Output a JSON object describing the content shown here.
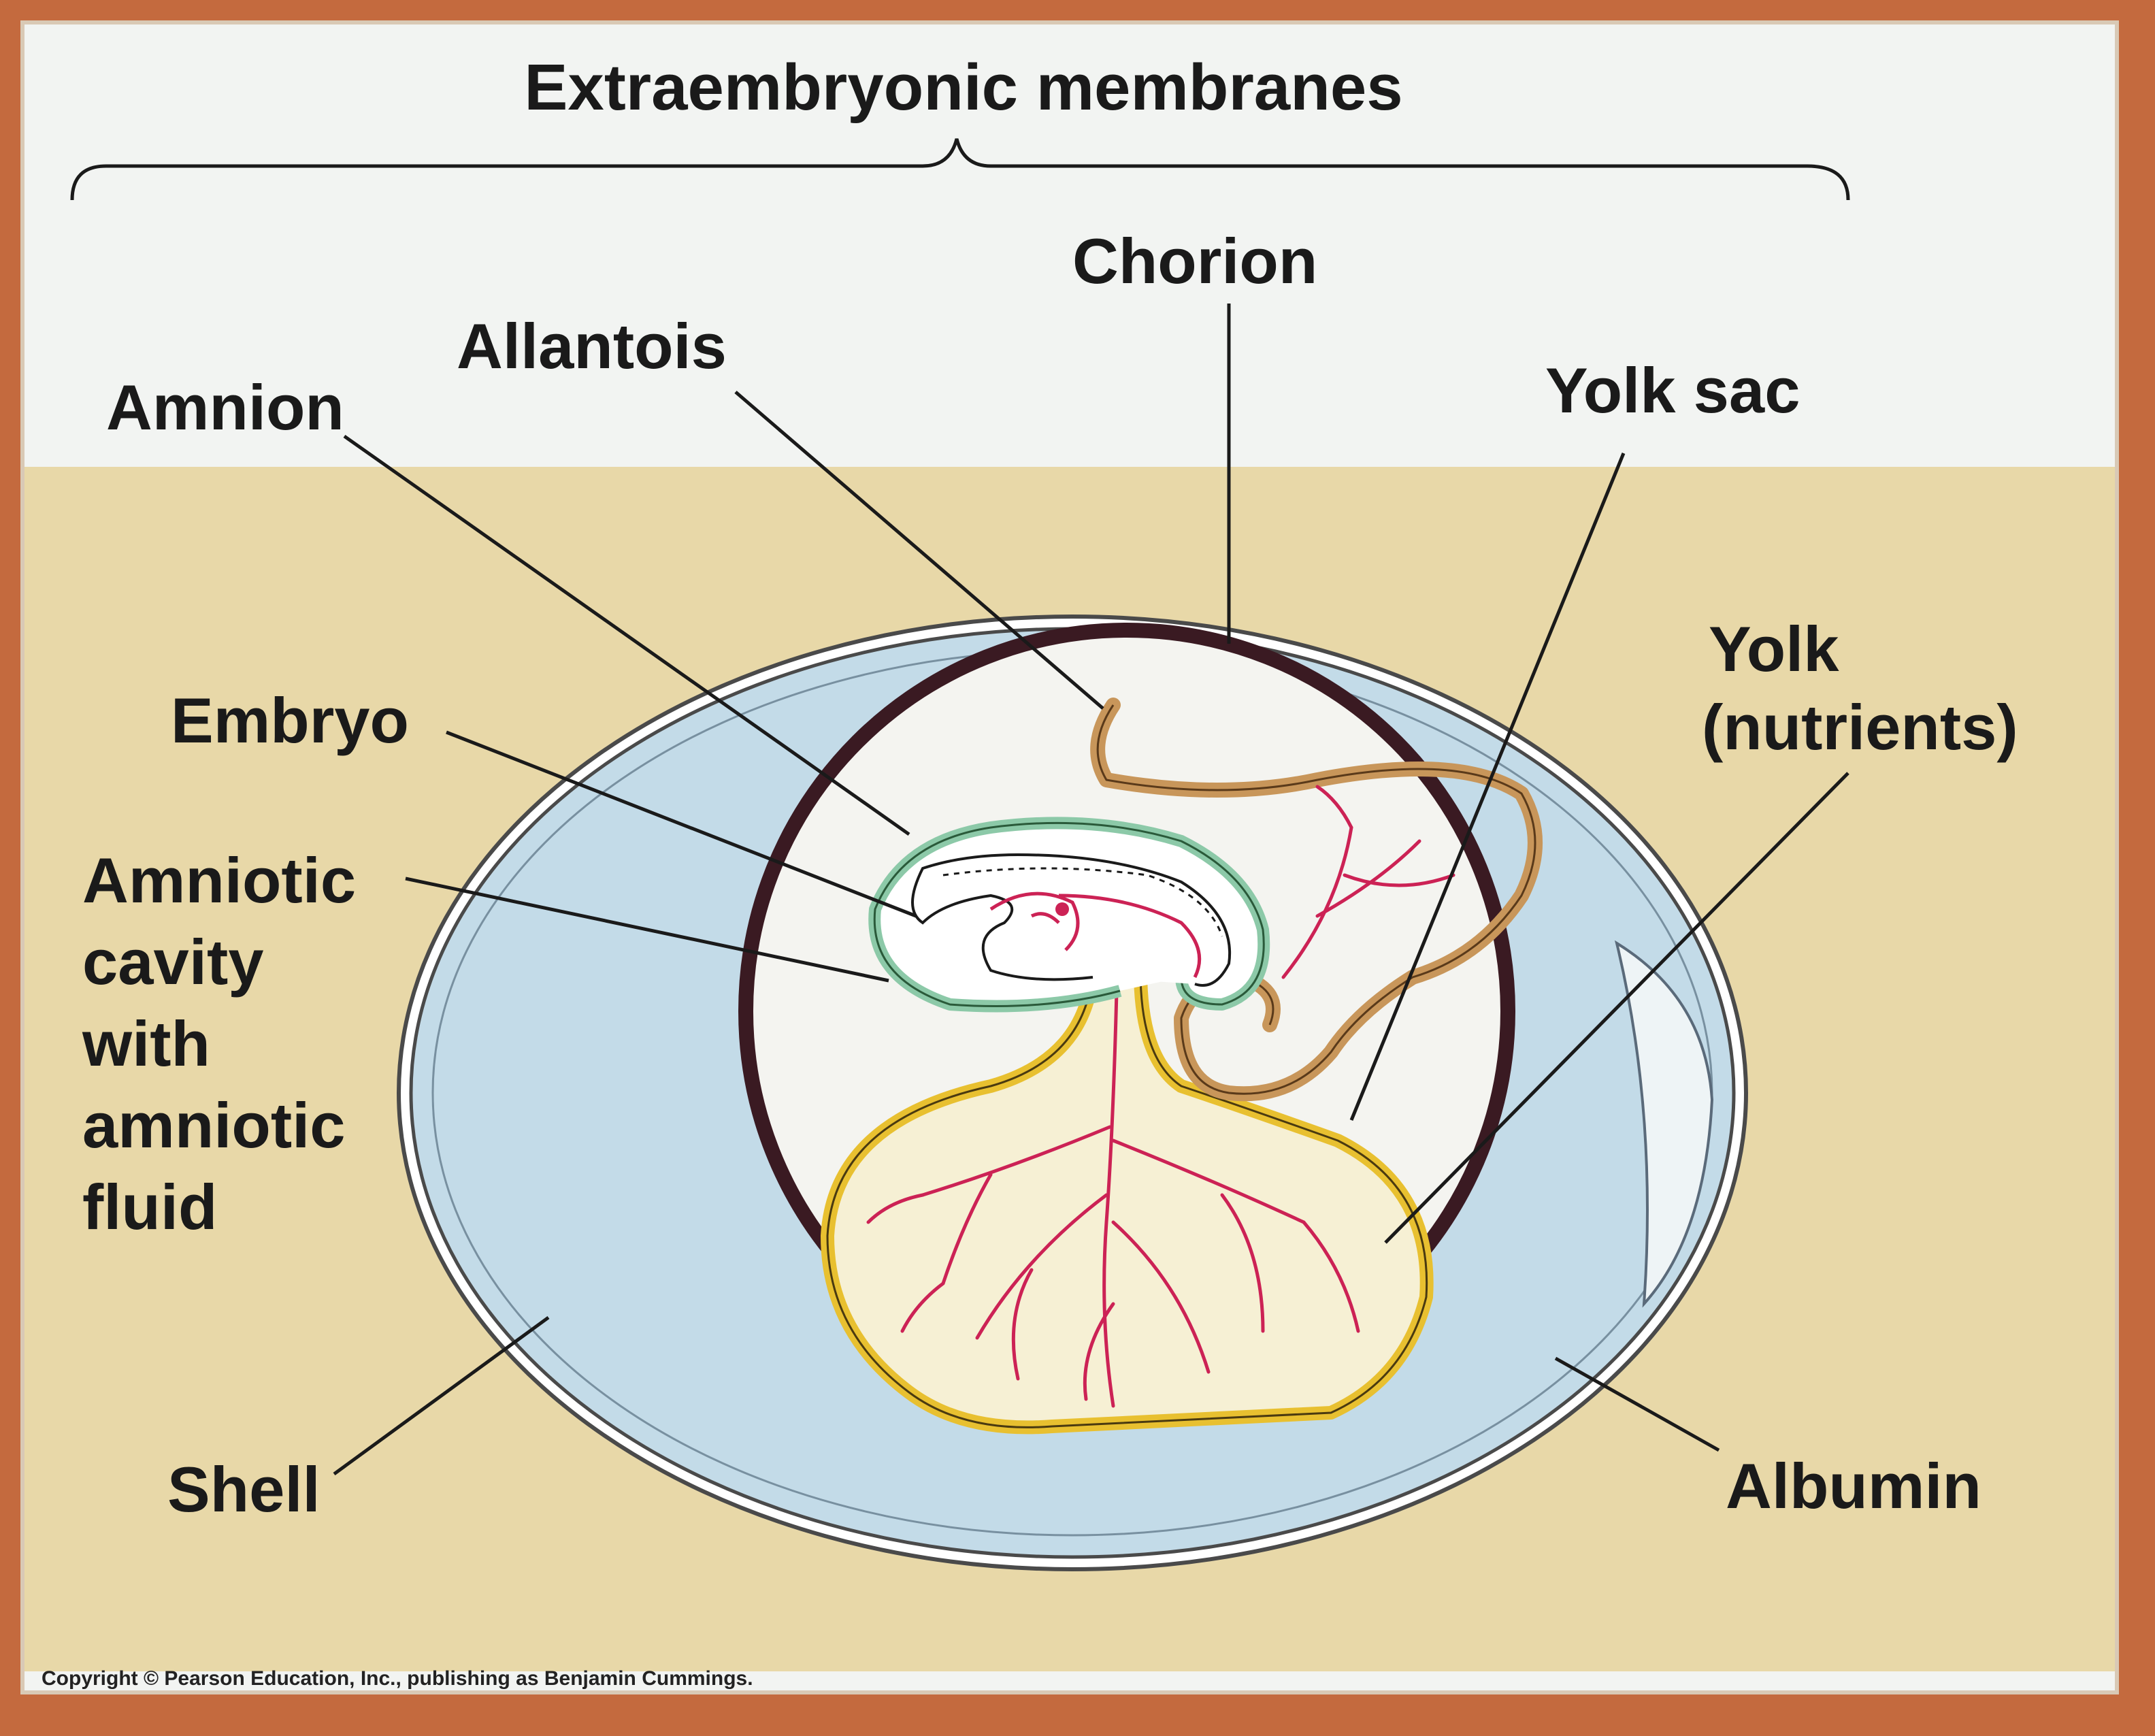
{
  "title": "Extraembryonic membranes",
  "labels": {
    "chorion": "Chorion",
    "allantois": "Allantois",
    "amnion": "Amnion",
    "yolk_sac": "Yolk sac",
    "embryo": "Embryo",
    "yolk_line1": "Yolk",
    "yolk_line2": "(nutrients)",
    "amniotic_cavity": [
      "Amniotic",
      "cavity",
      "with",
      "amniotic",
      "fluid"
    ],
    "shell": "Shell",
    "albumin": "Albumin"
  },
  "copyright": "Copyright © Pearson Education, Inc., publishing as Benjamin Cummings.",
  "colors": {
    "page_border": "#c46a3e",
    "background": "#f2f4f2",
    "band": "#e8d8a8",
    "albumin": "#c3dbe8",
    "chorion": "#3a1a22",
    "amnion": "#8cc9a8",
    "allantois": "#c8965a",
    "yolk_sac": "#e8c030",
    "vessels": "#cc2255"
  }
}
